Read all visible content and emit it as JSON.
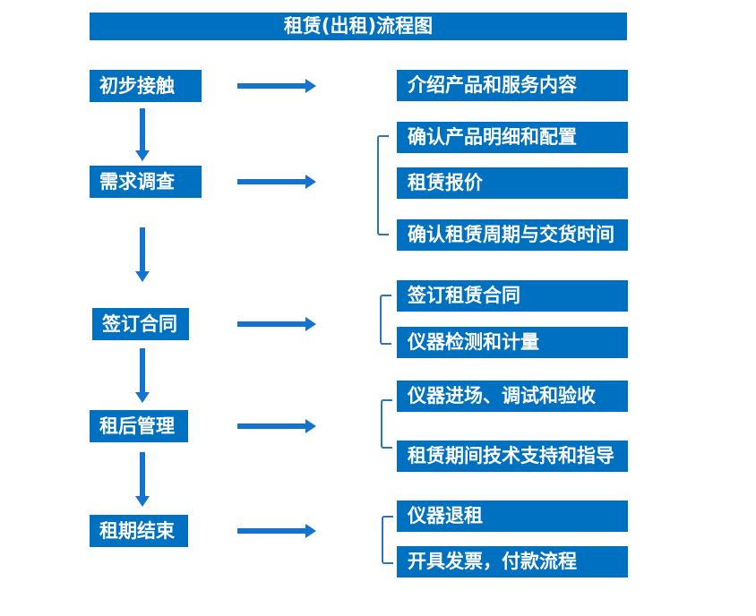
{
  "title": "租赁(出租)流程图",
  "colors": {
    "box_fill": "#0070C0",
    "arrow": "#1573D0",
    "bracket": "#2E75B6",
    "box_text": "#FFFFFF",
    "background": "#FFFFFF"
  },
  "stages": [
    {
      "label": "初步接触",
      "details": [
        "介绍产品和服务内容"
      ]
    },
    {
      "label": "需求调查",
      "details": [
        "确认产品明细和配置",
        "租赁报价",
        "确认租赁周期与交货时间"
      ]
    },
    {
      "label": "签订合同",
      "details": [
        "签订租赁合同",
        "仪器检测和计量"
      ]
    },
    {
      "label": "租后管理",
      "details": [
        "仪器进场、调试和验收",
        "租赁期间技术支持和指导"
      ]
    },
    {
      "label": "租期结束",
      "details": [
        "仪器退租",
        "开具发票，付款流程"
      ]
    }
  ]
}
